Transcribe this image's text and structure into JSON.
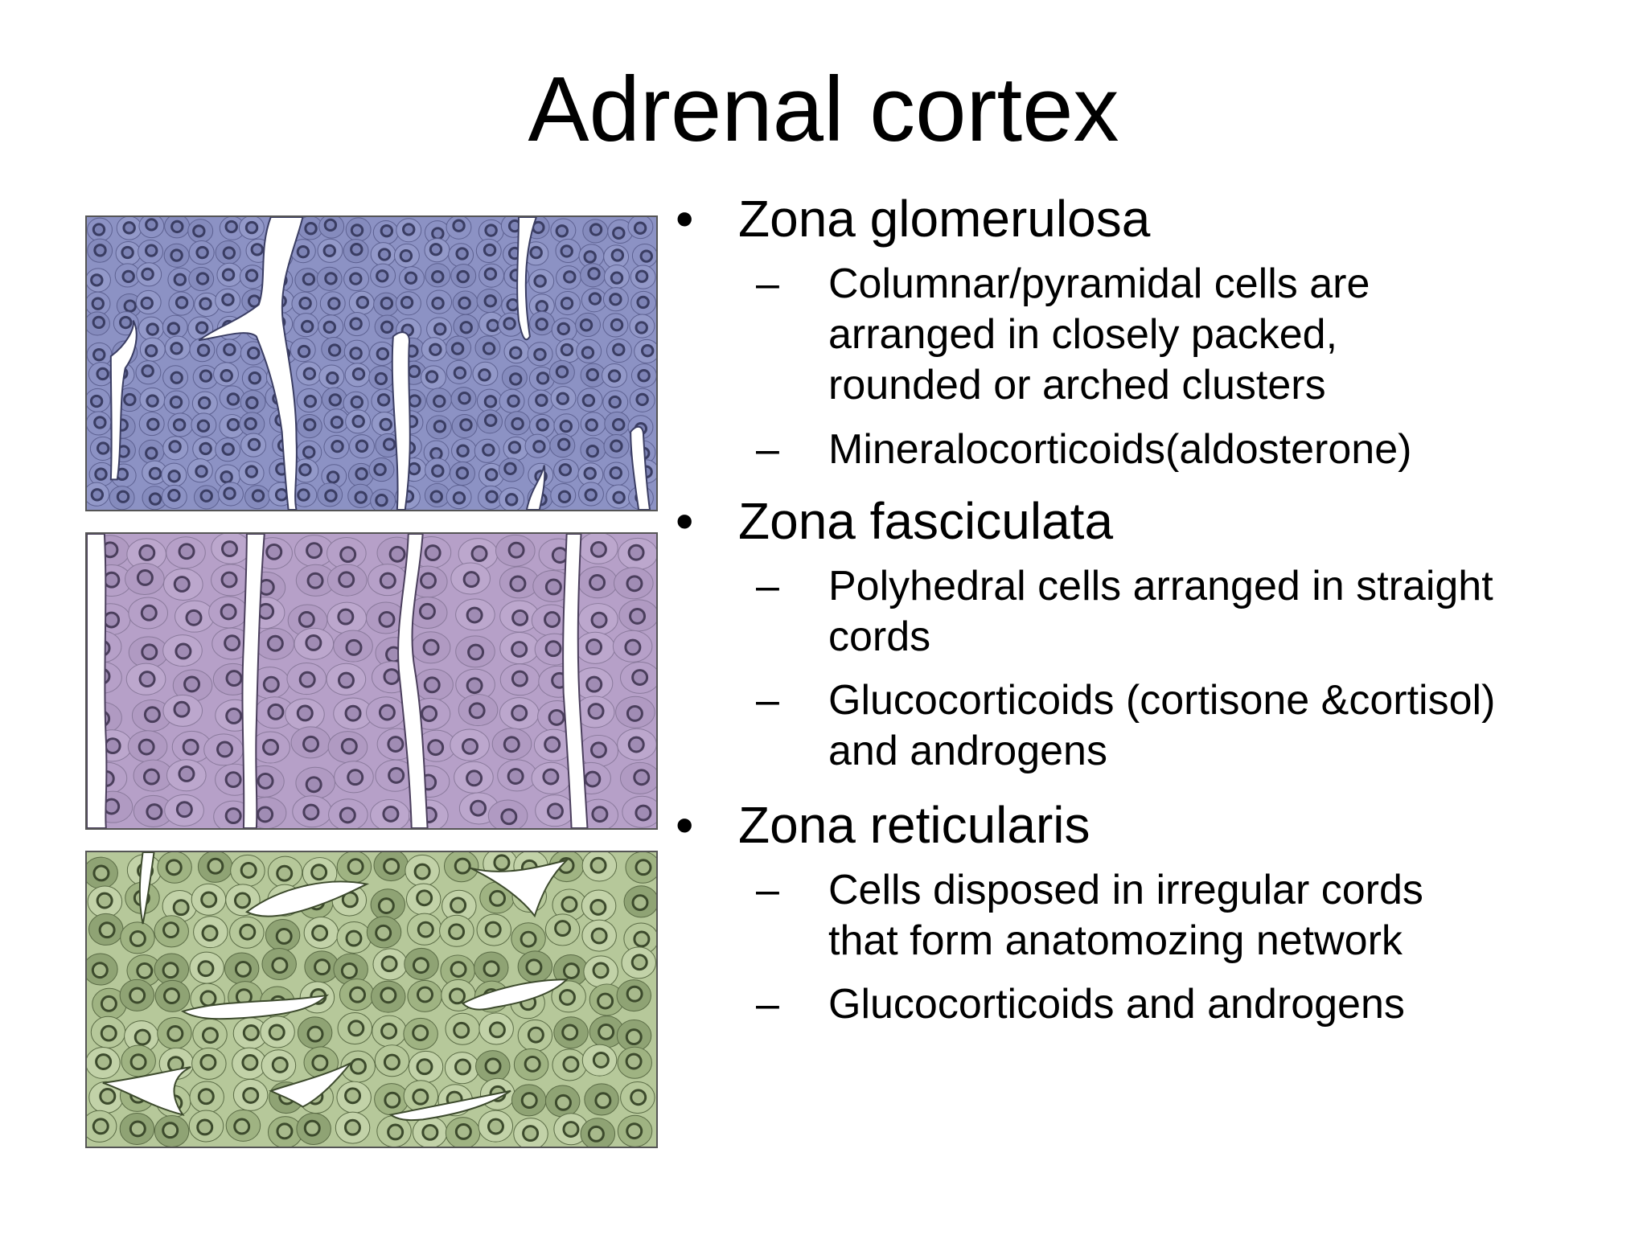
{
  "slide": {
    "title": "Adrenal cortex",
    "figure": {
      "panels": [
        {
          "zone": "glomerulosa",
          "color": "#8c92c4"
        },
        {
          "zone": "fasciculata",
          "color": "#b6a0c8"
        },
        {
          "zone": "reticularis",
          "color": "#b6c89a"
        }
      ]
    },
    "bullet_glyph": "•",
    "dash_glyph": "–",
    "sections": [
      {
        "heading": "Zona glomerulosa",
        "points": [
          {
            "lines": [
              "Columnar/pyramidal cells are",
              "arranged in closely packed,",
              "rounded or arched clusters"
            ]
          },
          {
            "lines": [
              "Mineralocorticoids(aldosterone)"
            ]
          }
        ]
      },
      {
        "heading": "Zona fasciculata",
        "points": [
          {
            "lines": [
              "Polyhedral cells arranged in straight",
              "cords"
            ]
          },
          {
            "lines": [
              "Glucocorticoids (cortisone &cortisol)",
              "and androgens"
            ]
          }
        ]
      },
      {
        "heading": "Zona reticularis",
        "points": [
          {
            "lines": [
              "Cells disposed in irregular cords",
              "that form anatomozing network"
            ]
          },
          {
            "lines": [
              "Glucocorticoids and androgens"
            ]
          }
        ]
      }
    ]
  }
}
